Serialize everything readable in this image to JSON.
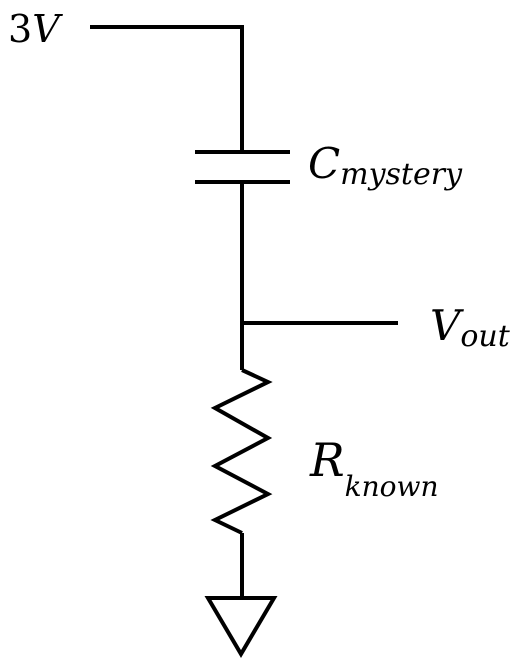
{
  "labels": {
    "source_number": "3",
    "source_unit": "V",
    "capacitor_main": "C",
    "capacitor_sub": "mystery",
    "output_main": "V",
    "output_sub": "out",
    "resistor_main": "R",
    "resistor_sub": "known"
  },
  "colors": {
    "line": "#000000",
    "background": "#ffffff"
  }
}
